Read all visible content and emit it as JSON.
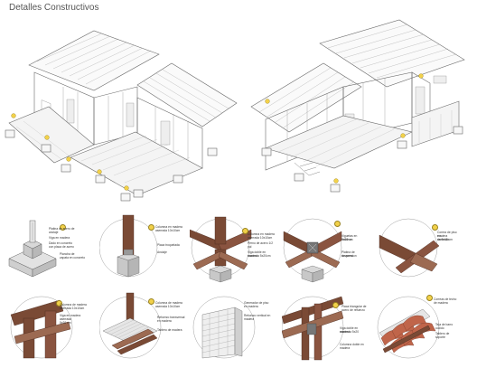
{
  "title": "Detalles Constructivos",
  "colors": {
    "wood": "#7a4a35",
    "wood_light": "#9c6a52",
    "concrete": "#d4d4d4",
    "line": "#555555",
    "marker": "#f2d14a",
    "background": "#ffffff"
  },
  "details": [
    {
      "notes": [
        "Platina de acero de",
        "anclaje",
        "Viga en madera",
        "Dado en concreto",
        "con placa de acero",
        "Plancha de",
        "zapata en concreto"
      ]
    },
    {
      "notes": [
        "Columna en madera",
        "aserrada 10x10cm",
        "Placa troquelada",
        "Anclaje"
      ]
    },
    {
      "notes": [
        "Columna en madera",
        "aserrada 10x10cm",
        "Perno de acero 1/2 pul",
        "Viga doble en madera",
        "aserrada 5x20cm"
      ]
    },
    {
      "notes": [
        "Viguetas en madera",
        "5x20 cm",
        "Platina de suspension",
        "de acero"
      ]
    },
    {
      "notes": [
        "Correa de piso en",
        "madera aserrada",
        "de 5x10 cm"
      ]
    },
    {
      "notes": [
        "Columna de madera",
        "aserrada 10x10cm",
        "Viga en madera",
        "aserrada",
        "5x20 cm"
      ]
    },
    {
      "notes": [
        "Columna de madera",
        "aserrada 10x10cm",
        "Refuerzo transversal",
        "en madera",
        "Tablero de madera"
      ]
    },
    {
      "notes": [
        "Generador de piso",
        "en madera",
        "Refuerzo vertical en",
        "madera"
      ]
    },
    {
      "notes": [
        "Placa triangular de",
        "acero de refuerzo",
        "Viga doble en madera",
        "aserrada 5x20",
        "Columna doble en madera"
      ]
    },
    {
      "notes": [
        "Correas de techo",
        "de madera",
        "Teja de barro",
        "cocido",
        "Tablero de soporte"
      ]
    }
  ]
}
